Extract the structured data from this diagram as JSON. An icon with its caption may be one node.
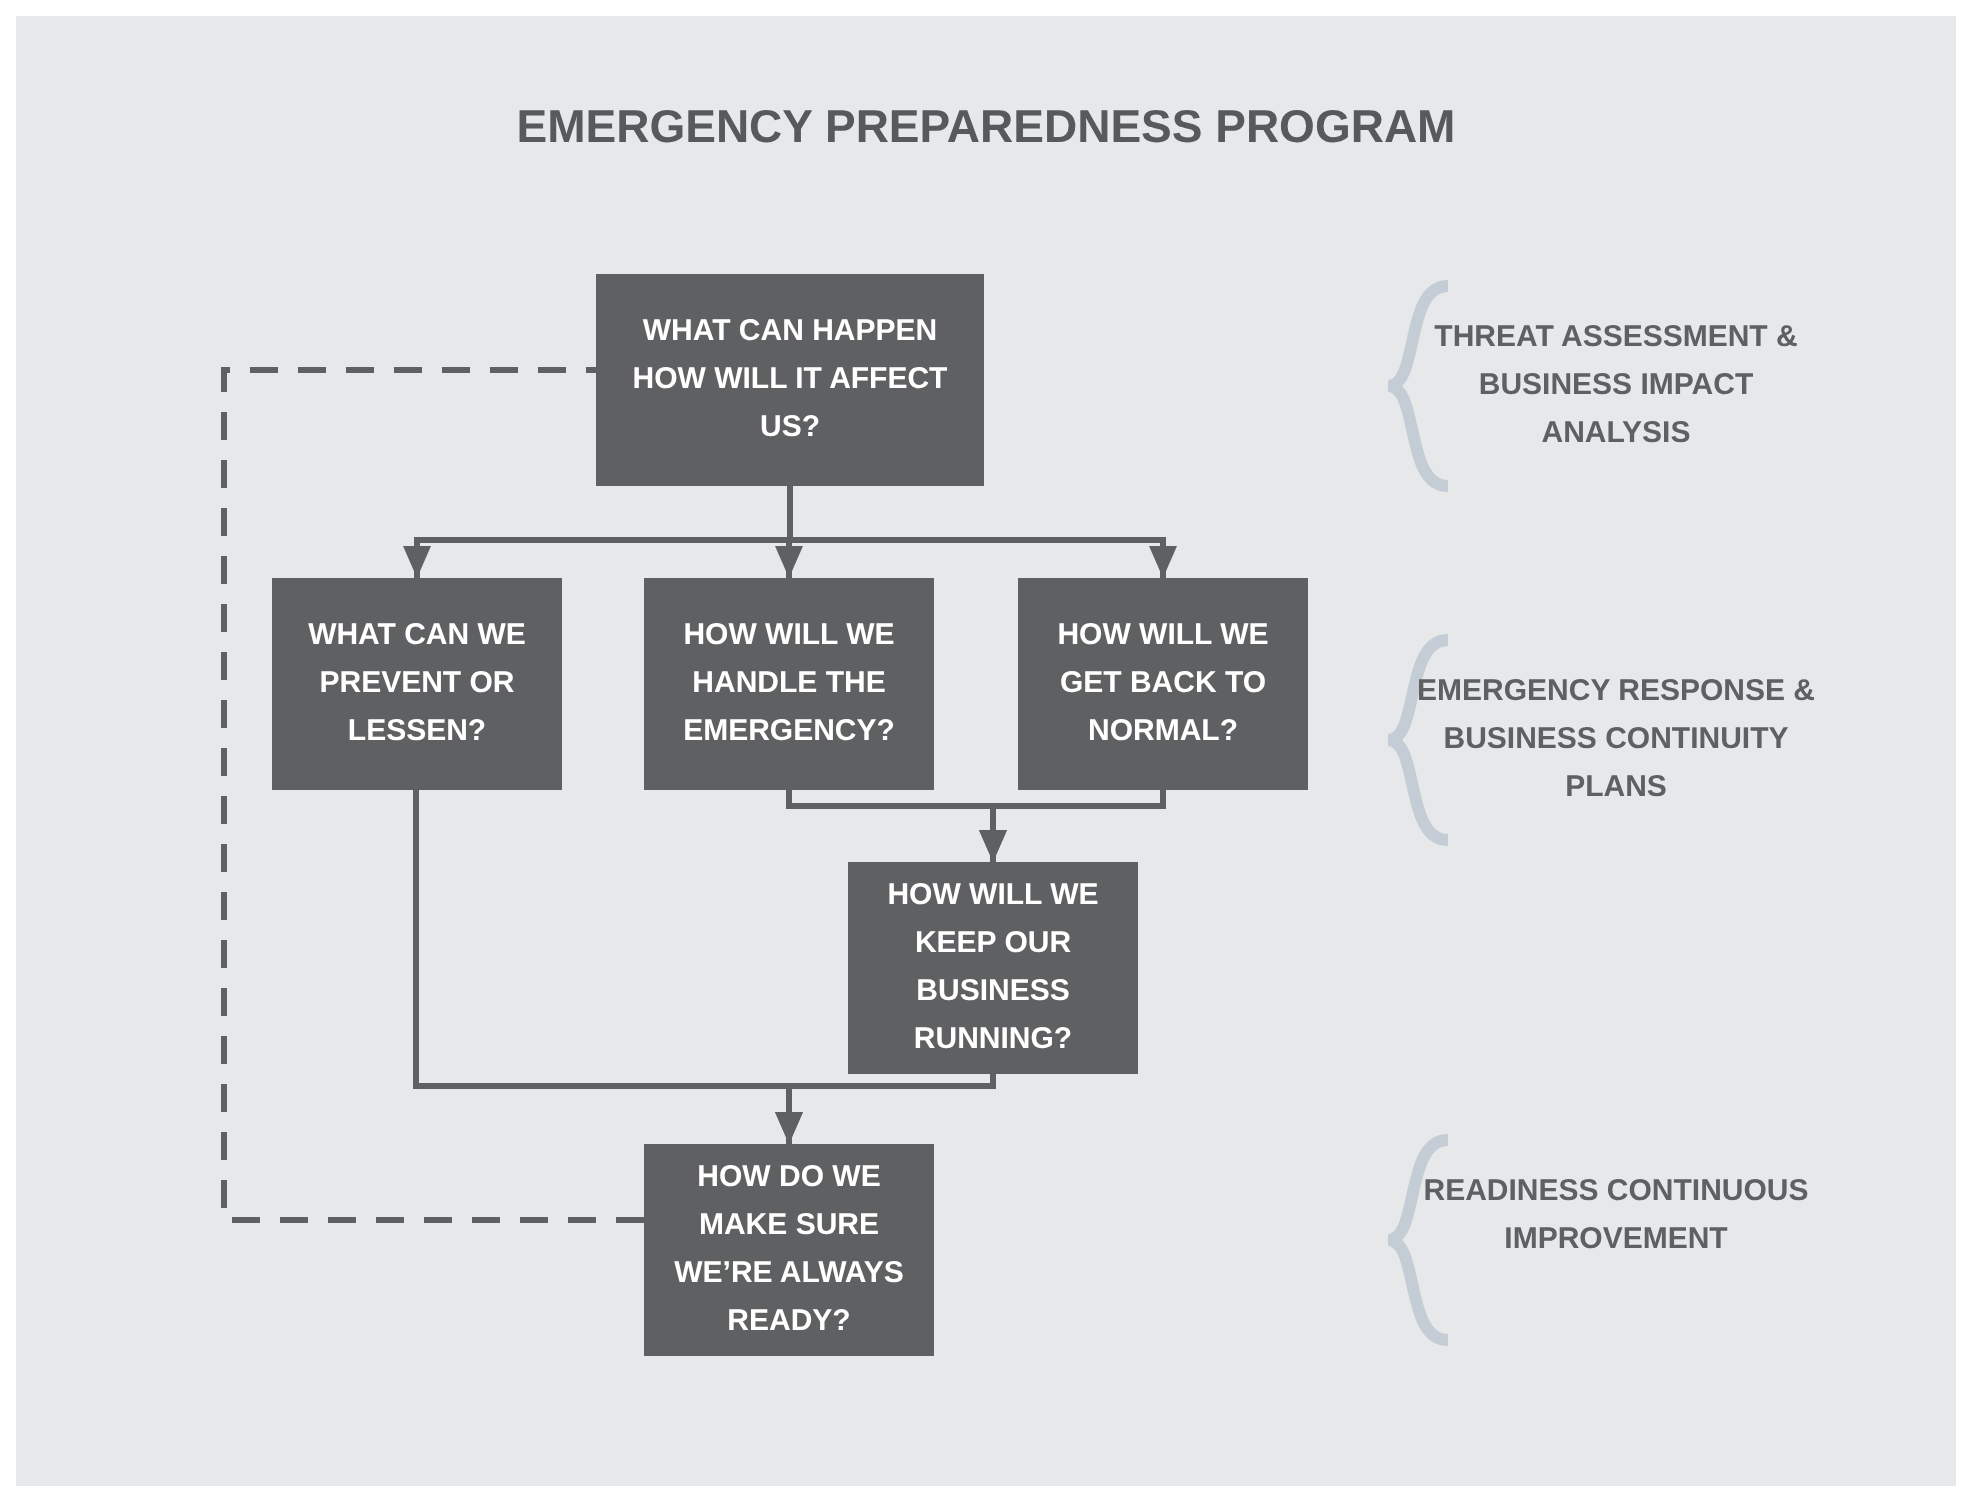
{
  "diagram": {
    "title": "EMERGENCY PREPAREDNESS PROGRAM",
    "nodes": [
      {
        "text": [
          "WHAT CAN HAPPEN HOW WILL IT AFFECT US?"
        ]
      },
      {
        "text": [
          "WHAT CAN WE PREVENT OR LESSEN?"
        ]
      },
      {
        "text": [
          "HOW WILL WE HANDLE THE EMERGENCY?"
        ]
      },
      {
        "text": [
          "HOW WILL WE GET BACK TO NORMAL?"
        ]
      },
      {
        "text": [
          "HOW WILL WE KEEP OUR BUSINESS RUNNING?"
        ]
      },
      {
        "text": [
          "HOW DO WE MAKE SURE WE’RE ALWAYS READY?"
        ]
      }
    ],
    "edges": [
      {
        "from": 0,
        "to": 1,
        "arrow": "to"
      },
      {
        "from": 0,
        "to": 2,
        "arrow": "to"
      },
      {
        "from": 0,
        "to": 3,
        "arrow": "to"
      },
      {
        "from": 2,
        "to": 4,
        "arrow": "to"
      },
      {
        "from": 3,
        "to": 4,
        "arrow": "to"
      },
      {
        "from": 1,
        "to": 5,
        "arrow": "to"
      },
      {
        "from": 4,
        "to": 5,
        "arrow": "to"
      },
      {
        "from": 5,
        "to": 0,
        "arrow": "none",
        "style": "dashed"
      }
    ],
    "labels": [
      "THREAT ASSESSMENT & BUSINESS IMPACT ANALYSIS",
      "EMERGENCY RESPONSE & BUSINESS CONTINUITY PLANS",
      "READINESS CONTINUOUS IMPROVEMENT"
    ]
  }
}
